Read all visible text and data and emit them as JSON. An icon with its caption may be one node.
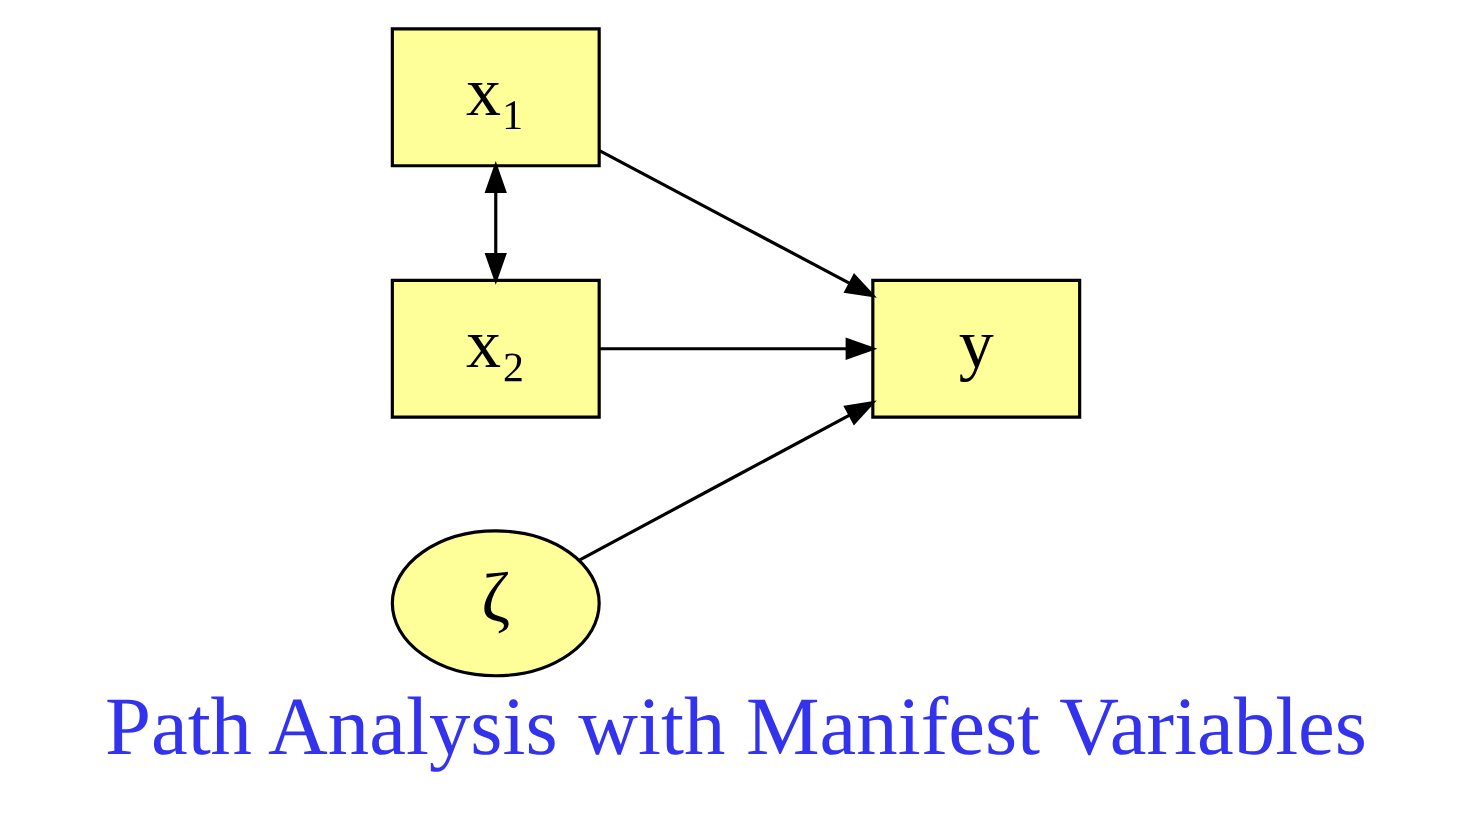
{
  "diagram": {
    "caption": "Path Analysis with Manifest Variables",
    "nodes": [
      {
        "text": [
          "x₁"
        ]
      },
      {
        "text": [
          "x₂"
        ]
      },
      {
        "text": [
          "y"
        ]
      },
      {
        "text": [
          "ζ"
        ]
      }
    ],
    "edges": [
      {
        "from": 0,
        "to": 2,
        "arrow": "to"
      },
      {
        "from": 1,
        "to": 2,
        "arrow": "to"
      },
      {
        "from": 3,
        "to": 2,
        "arrow": "to"
      },
      {
        "from": 0,
        "to": 1,
        "arrow": "both"
      }
    ]
  }
}
